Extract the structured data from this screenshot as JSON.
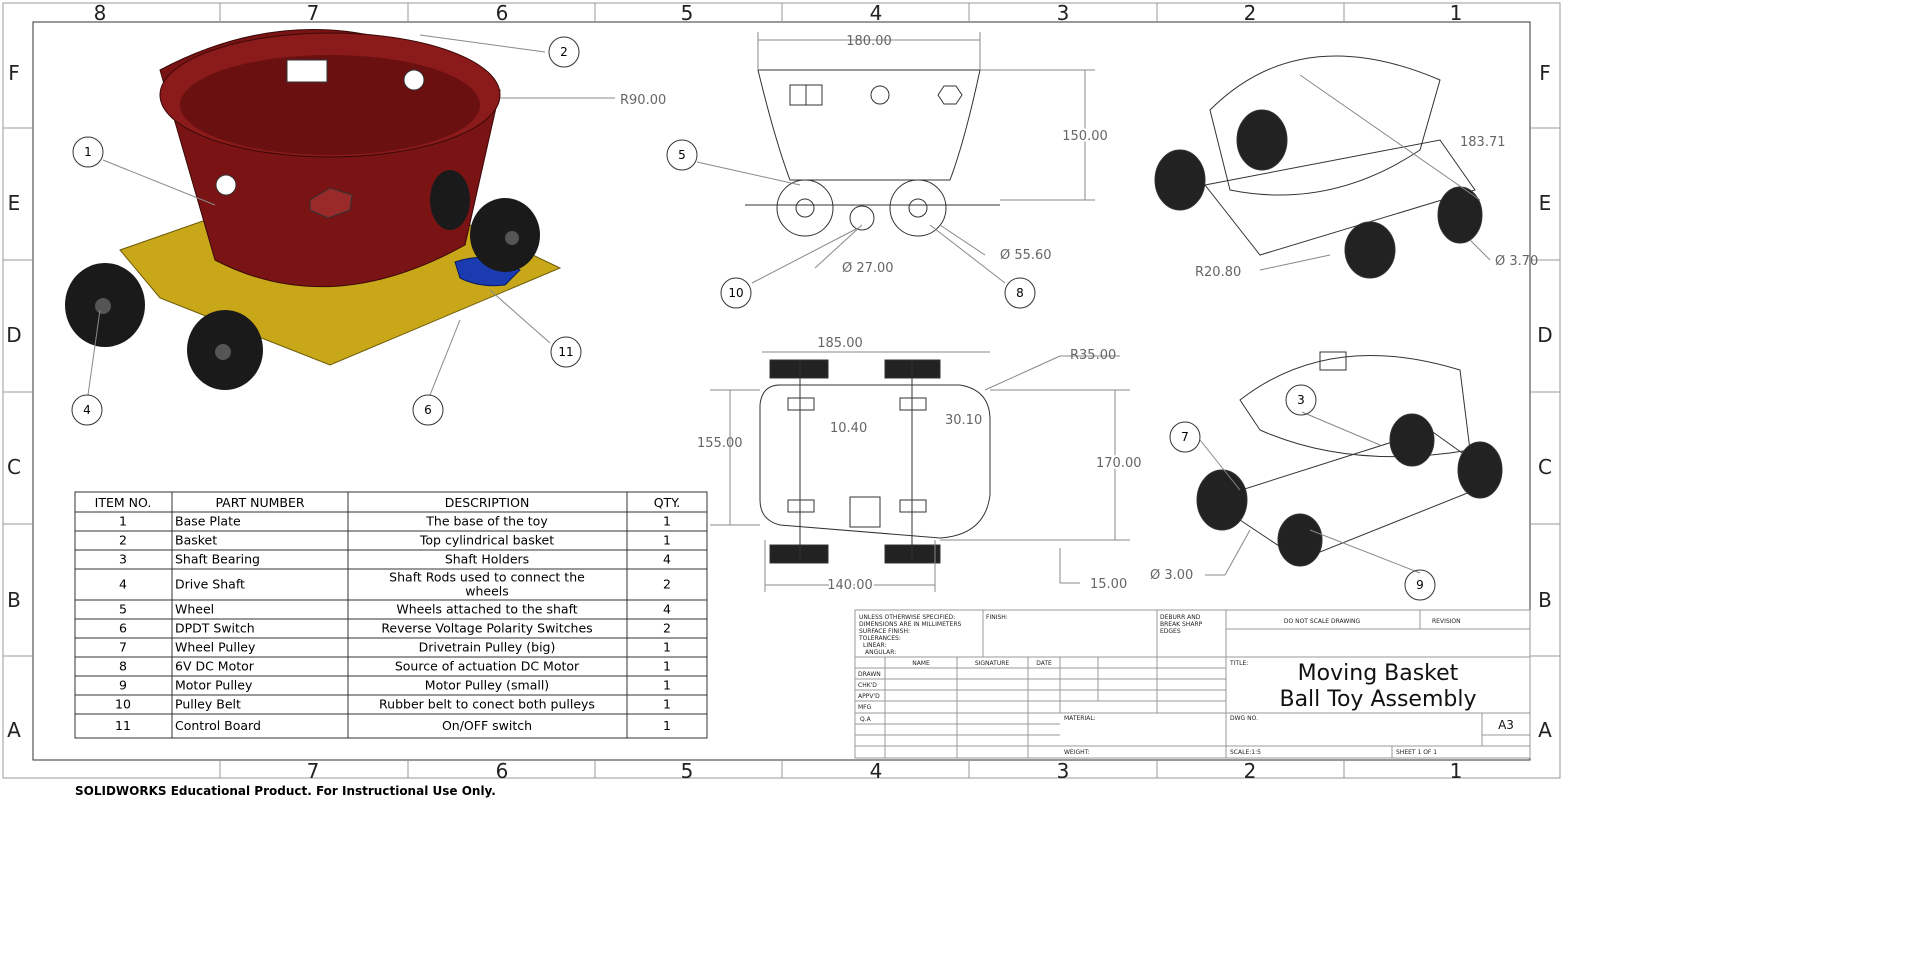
{
  "zones": {
    "columns": [
      "8",
      "7",
      "6",
      "5",
      "4",
      "3",
      "2",
      "1"
    ],
    "rows": [
      "F",
      "E",
      "D",
      "C",
      "B",
      "A"
    ]
  },
  "dimensions": {
    "iso_radius": "R90.00",
    "front_width": "180.00",
    "front_height": "150.00",
    "pulley_small_dia": "Ø 27.00",
    "wheel_dia": "Ø 55.60",
    "top_width": "185.00",
    "top_radius": "R35.00",
    "top_height_left": "155.00",
    "top_gap_small": "10.40",
    "top_gap": "30.10",
    "top_height_right": "170.00",
    "top_bottom_width": "140.00",
    "top_offset": "15.00",
    "iso2_dist": "183.71",
    "iso2_radius": "R20.80",
    "iso2_dia": "Ø 3.70",
    "iso3_dia": "Ø 3.00"
  },
  "balloons": [
    "1",
    "2",
    "3",
    "4",
    "5",
    "6",
    "7",
    "8",
    "9",
    "10",
    "11"
  ],
  "bom": {
    "headers": [
      "ITEM NO.",
      "PART NUMBER",
      "DESCRIPTION",
      "QTY."
    ],
    "rows": [
      {
        "item": "1",
        "part": "Base Plate",
        "desc": "The base of the toy",
        "qty": "1"
      },
      {
        "item": "2",
        "part": "Basket",
        "desc": "Top cylindrical basket",
        "qty": "1"
      },
      {
        "item": "3",
        "part": "Shaft Bearing",
        "desc": "Shaft Holders",
        "qty": "4"
      },
      {
        "item": "4",
        "part": "Drive Shaft",
        "desc": "Shaft Rods used to connect the wheels",
        "desc_line1": "Shaft Rods used to connect the",
        "desc_line2": "wheels",
        "qty": "2"
      },
      {
        "item": "5",
        "part": "Wheel",
        "desc": "Wheels attached to the shaft",
        "qty": "4"
      },
      {
        "item": "6",
        "part": "DPDT Switch",
        "desc": "Reverse Voltage Polarity Switches",
        "qty": "2"
      },
      {
        "item": "7",
        "part": "Wheel Pulley",
        "desc": "Drivetrain Pulley (big)",
        "qty": "1"
      },
      {
        "item": "8",
        "part": "6V DC Motor",
        "desc": "Source of actuation DC Motor",
        "qty": "1"
      },
      {
        "item": "9",
        "part": "Motor Pulley",
        "desc": "Motor Pulley (small)",
        "qty": "1"
      },
      {
        "item": "10",
        "part": "Pulley Belt",
        "desc": "Rubber belt to conect both pulleys",
        "qty": "1"
      },
      {
        "item": "11",
        "part": "Control Board",
        "desc": "On/OFF switch",
        "qty": "1"
      }
    ]
  },
  "title_block": {
    "spec_lines": [
      "UNLESS OTHERWISE SPECIFIED:",
      "DIMENSIONS ARE IN MILLIMETERS",
      "SURFACE FINISH:",
      "TOLERANCES:",
      "LINEAR:",
      "ANGULAR:"
    ],
    "finish": "FINISH:",
    "deburr_lines": [
      "DEBURR AND",
      "BREAK SHARP",
      "EDGES"
    ],
    "do_not_scale": "DO NOT SCALE DRAWING",
    "revision": "REVISION",
    "col_headers": [
      "NAME",
      "SIGNATURE",
      "DATE"
    ],
    "row_labels": [
      "DRAWN",
      "CHK'D",
      "APPV'D",
      "MFG",
      "Q.A"
    ],
    "title_label": "TITLE:",
    "title_line1": "Moving Basket",
    "title_line2": "Ball Toy Assembly",
    "material": "MATERIAL:",
    "dwg_no": "DWG NO.",
    "size": "A3",
    "weight": "WEIGHT:",
    "scale": "SCALE:1:5",
    "sheet": "SHEET 1 OF 1"
  },
  "colors": {
    "basket": "#7a1414",
    "base_plate": "#c8a818",
    "control_board": "#1a3cb0",
    "wheel": "#1a1a1a"
  },
  "footer": "SOLIDWORKS Educational Product. For Instructional Use Only."
}
